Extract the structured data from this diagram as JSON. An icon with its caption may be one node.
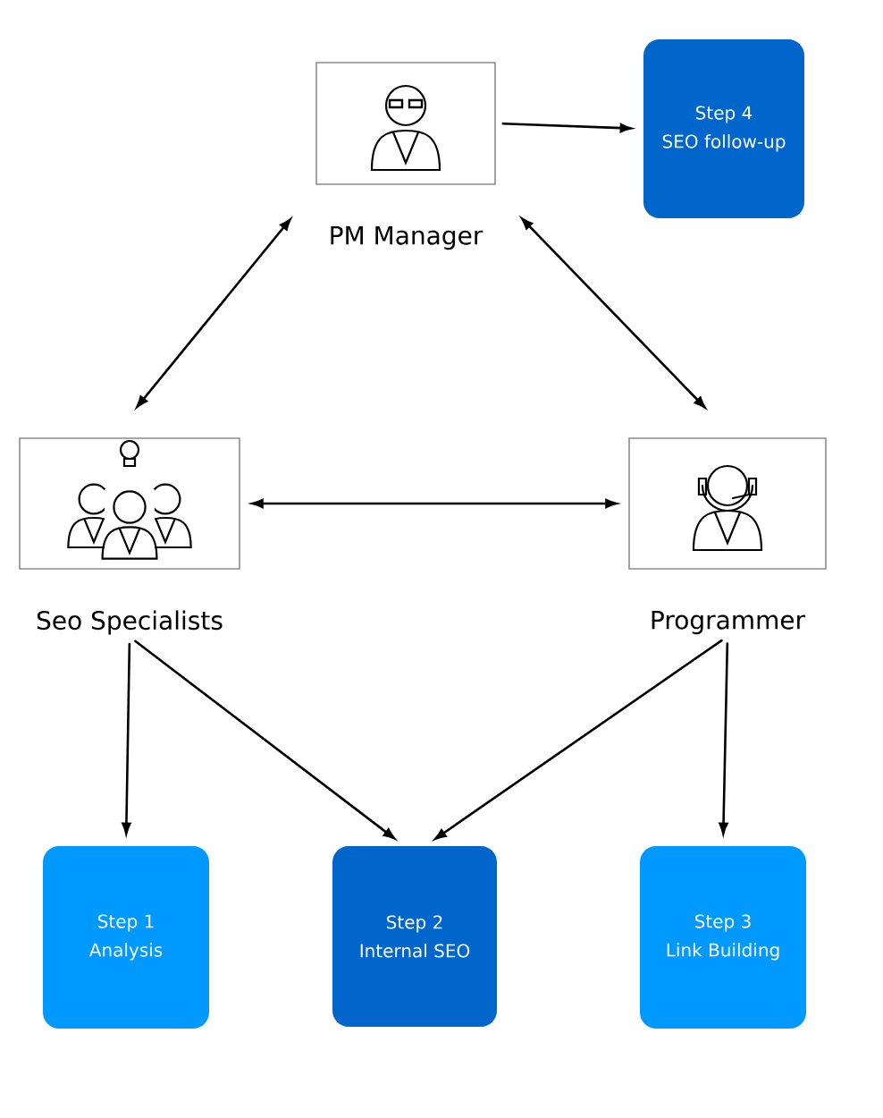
{
  "diagram": {
    "nodes": [
      {
        "text": [
          "PM Manager"
        ]
      },
      {
        "text": [
          "Step 4",
          "SEO follow-up"
        ]
      },
      {
        "text": [
          "Seo Specialists"
        ]
      },
      {
        "text": [
          "Programmer"
        ]
      },
      {
        "text": [
          "Step 1",
          "Analysis"
        ]
      },
      {
        "text": [
          "Step 2",
          "Internal SEO"
        ]
      },
      {
        "text": [
          "Step 3",
          "Link Building"
        ]
      }
    ],
    "edges": [
      {
        "from": 0,
        "to": 1,
        "arrow": "to"
      },
      {
        "from": 0,
        "to": 2,
        "arrow": "both"
      },
      {
        "from": 0,
        "to": 3,
        "arrow": "both"
      },
      {
        "from": 2,
        "to": 3,
        "arrow": "both"
      },
      {
        "from": 2,
        "to": 4,
        "arrow": "to"
      },
      {
        "from": 2,
        "to": 5,
        "arrow": "to"
      },
      {
        "from": 3,
        "to": 5,
        "arrow": "to"
      },
      {
        "from": 3,
        "to": 6,
        "arrow": "to"
      }
    ]
  }
}
